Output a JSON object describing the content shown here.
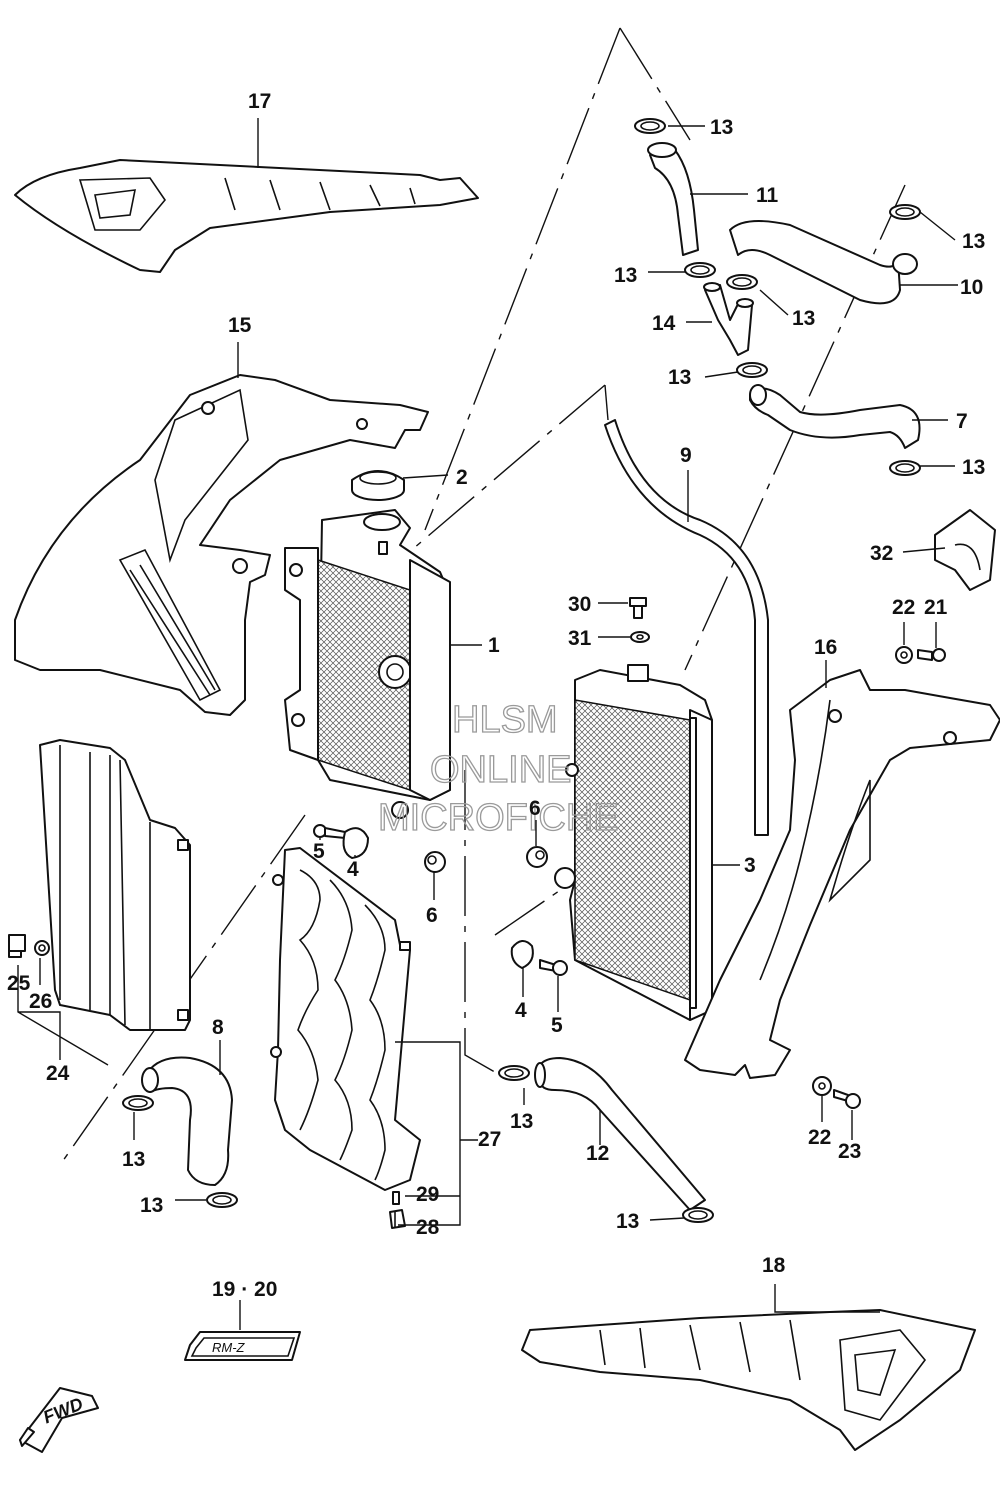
{
  "watermark": {
    "line1": "HLSM",
    "line2": "ONLINE",
    "line3": "MICROFICHE"
  },
  "fwd_label": "FWD",
  "emblem_text": "RM-Z",
  "callouts": {
    "c1": "1",
    "c2": "2",
    "c3": "3",
    "c4a": "4",
    "c4b": "4",
    "c5a": "5",
    "c5b": "5",
    "c6a": "6",
    "c6b": "6",
    "c7": "7",
    "c8": "8",
    "c9": "9",
    "c10": "10",
    "c11": "11",
    "c12": "12",
    "c13a": "13",
    "c13b": "13",
    "c13c": "13",
    "c13d": "13",
    "c13e": "13",
    "c13f": "13",
    "c13g": "13",
    "c13h": "13",
    "c13i": "13",
    "c13j": "13",
    "c14": "14",
    "c15": "15",
    "c16": "16",
    "c17": "17",
    "c18": "18",
    "c1920": "19 · 20",
    "c21": "21",
    "c22a": "22",
    "c22b": "22",
    "c23": "23",
    "c24": "24",
    "c25": "25",
    "c26": "26",
    "c27": "27",
    "c28": "28",
    "c29": "29",
    "c30": "30",
    "c31": "31",
    "c32": "32"
  }
}
